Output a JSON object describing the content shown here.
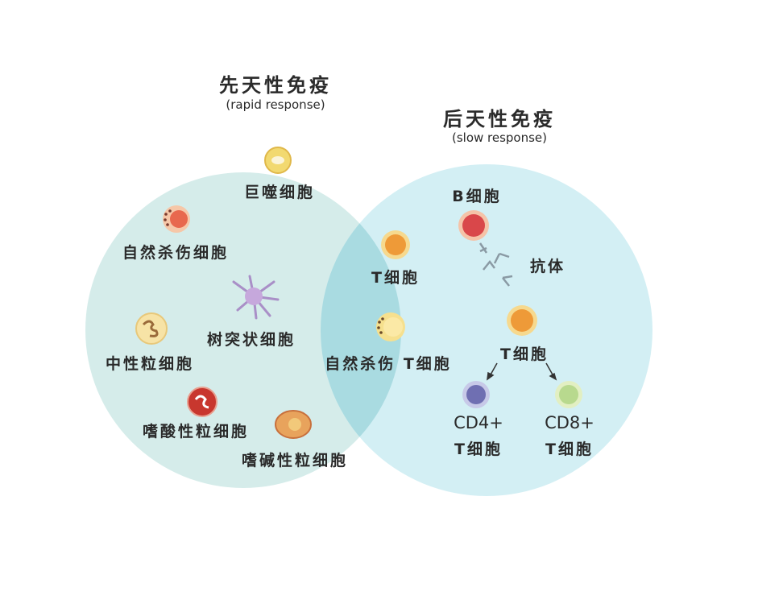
{
  "innate": {
    "title": "先天性免疫",
    "subtitle": "(rapid response)",
    "cells": [
      "巨噬细胞",
      "自然杀伤细胞",
      "树突状细胞",
      "中性粒细胞",
      "嗜酸性粒细胞",
      "嗜碱性粒细胞"
    ]
  },
  "adaptive": {
    "title": "后天性免疫",
    "subtitle": "(slow response)",
    "b_cell": "B细胞",
    "antibody": "抗体",
    "t_cell": "T细胞",
    "cd4": "CD4+",
    "cd4_t": "T细胞",
    "cd8": "CD8+",
    "cd8_t": "T细胞"
  },
  "overlap": {
    "t_cell": "T细胞",
    "nkt_cell": "自然杀伤 T细胞"
  },
  "colors": {
    "innate_circle": "#d5ecea",
    "adaptive_circle": "#d3eff4",
    "overlap": "#a9dbe1"
  }
}
